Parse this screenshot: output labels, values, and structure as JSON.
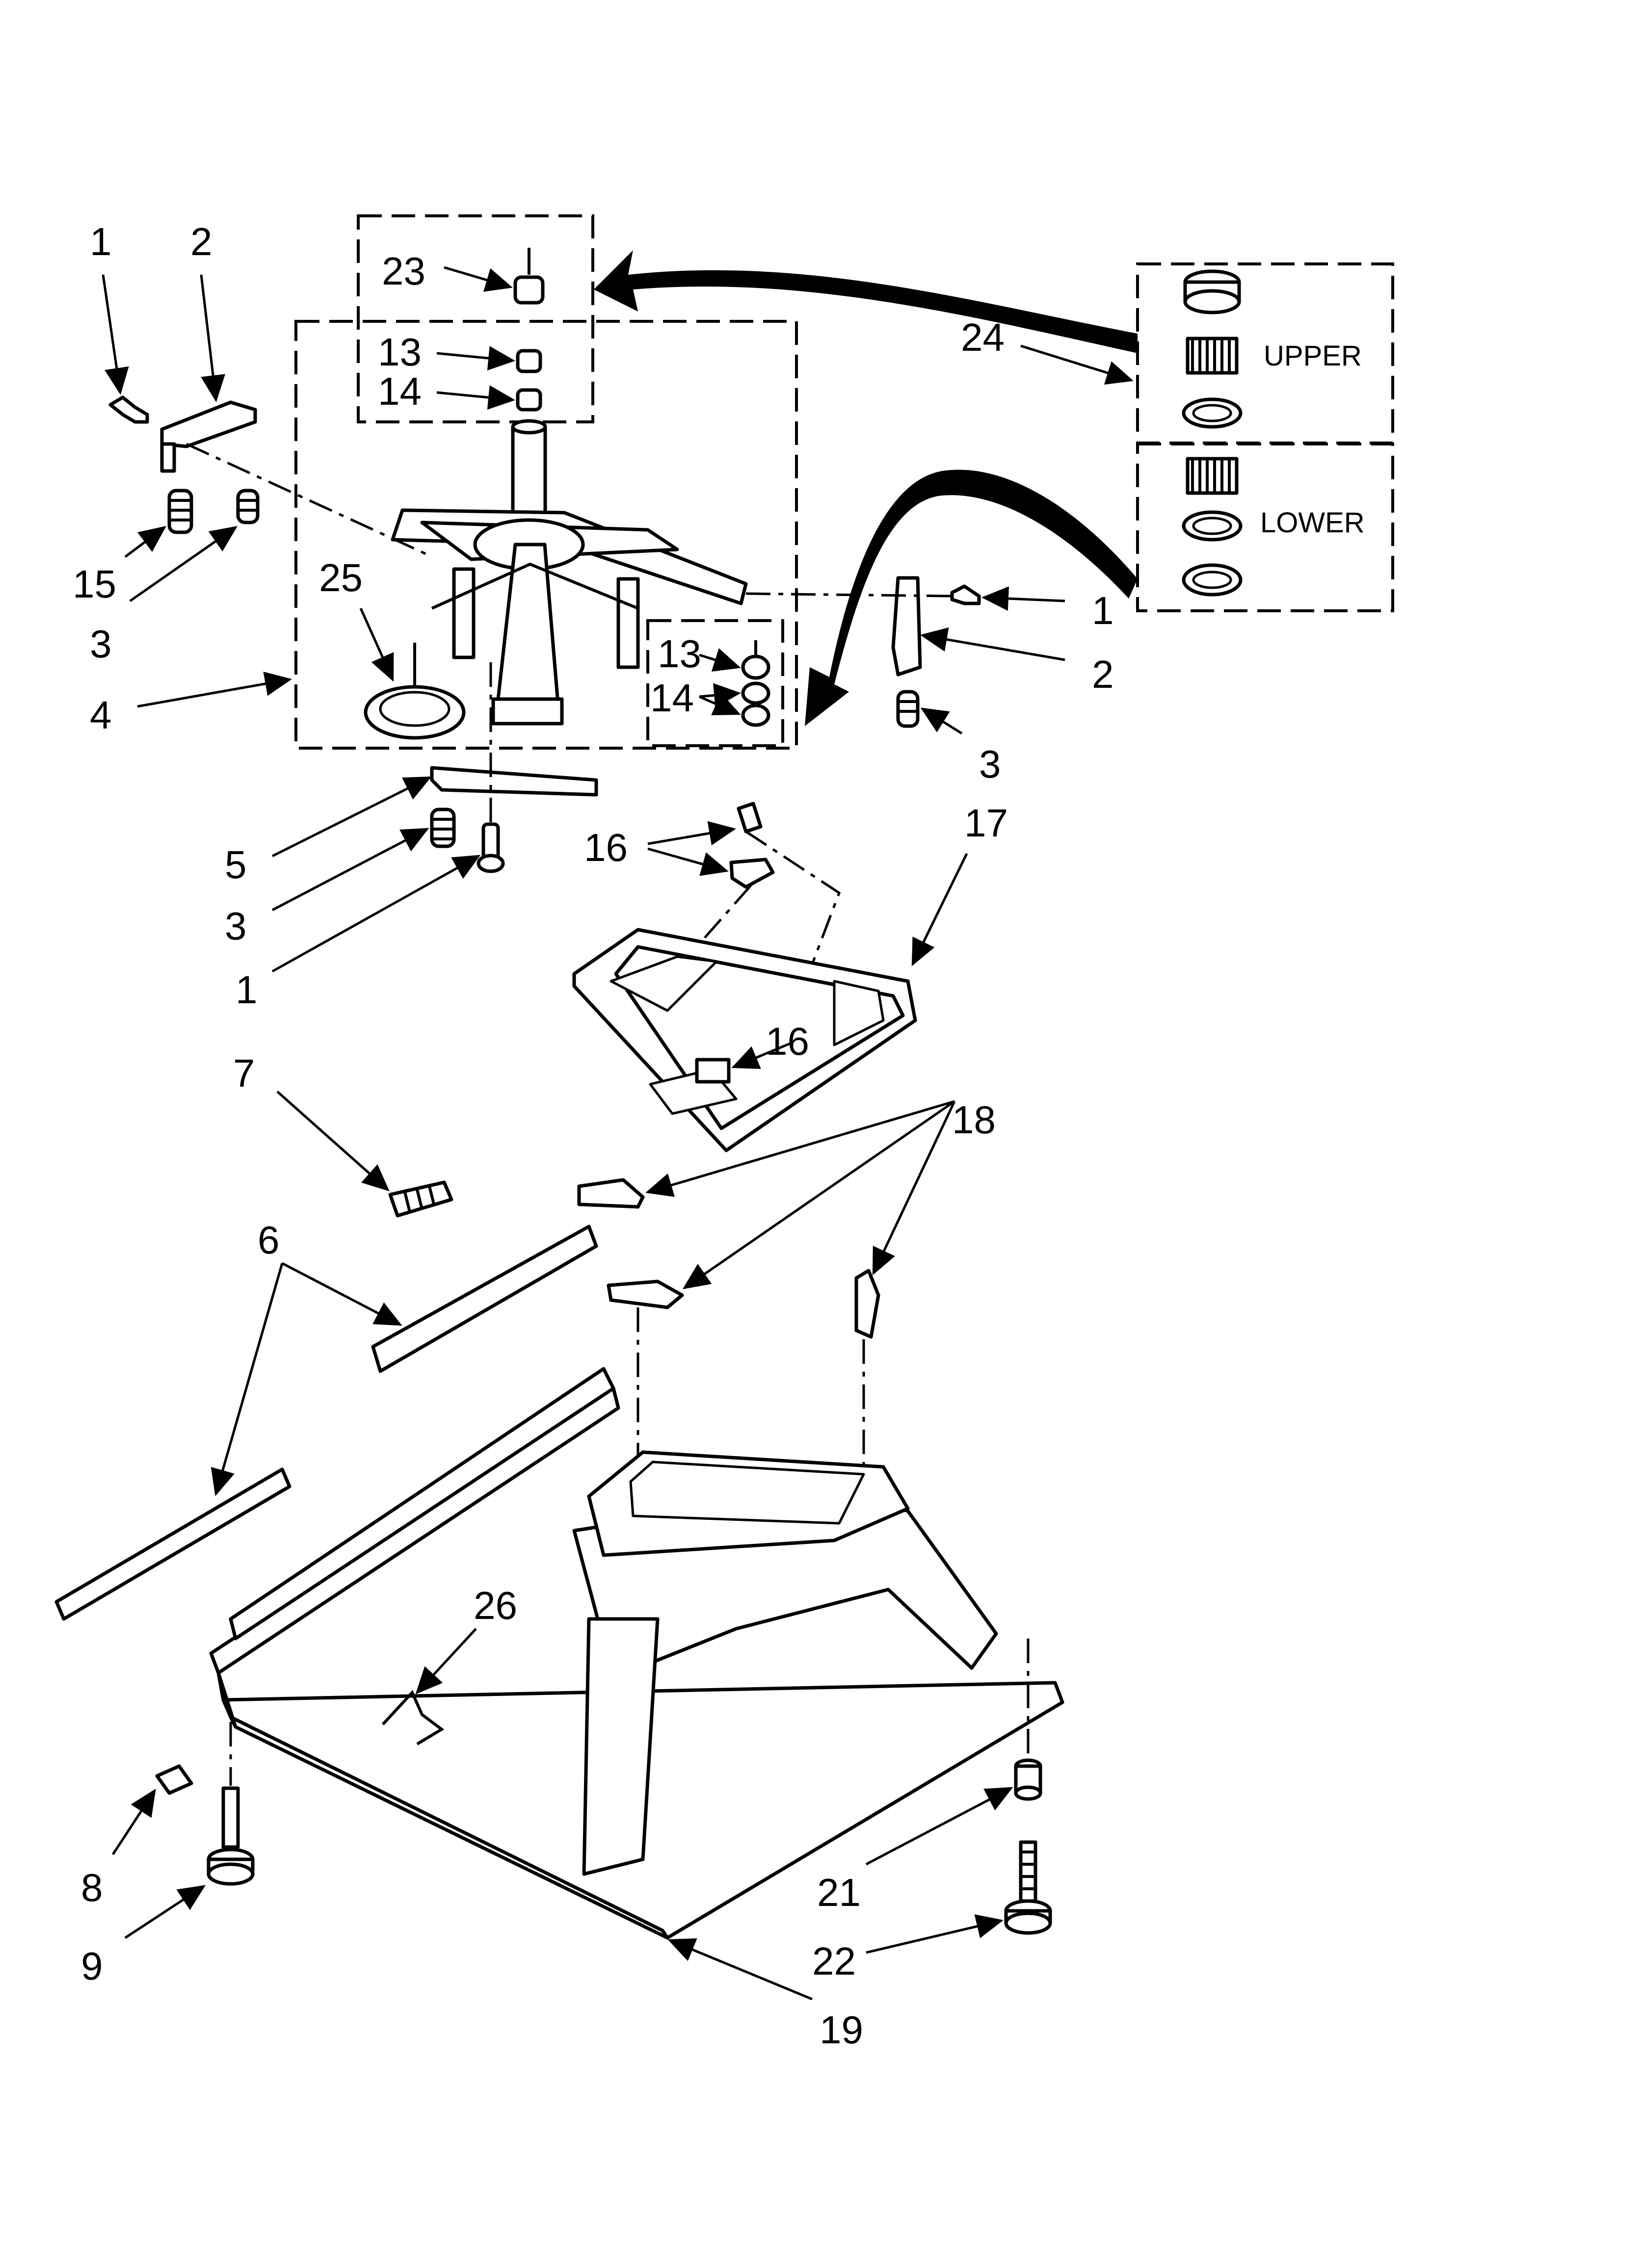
{
  "callouts": {
    "c1a": "1",
    "c2a": "2",
    "c23": "23",
    "c13a": "13",
    "c14a": "14",
    "c15": "15",
    "c3a": "3",
    "c25": "25",
    "c4": "4",
    "c24": "24",
    "c1b": "1",
    "c2b": "2",
    "c3b": "3",
    "c13b": "13",
    "c14b": "14",
    "c5": "5",
    "c3c": "3",
    "c1c": "1",
    "c16a": "16",
    "c17": "17",
    "c16b": "16",
    "c7": "7",
    "c18": "18",
    "c6": "6",
    "c26": "26",
    "c8": "8",
    "c9": "9",
    "c21": "21",
    "c22": "22",
    "c19": "19"
  },
  "captions": {
    "upper": "UPPER",
    "lower": "LOWER"
  },
  "colors": {
    "ink": "#000000",
    "paper": "#ffffff"
  }
}
